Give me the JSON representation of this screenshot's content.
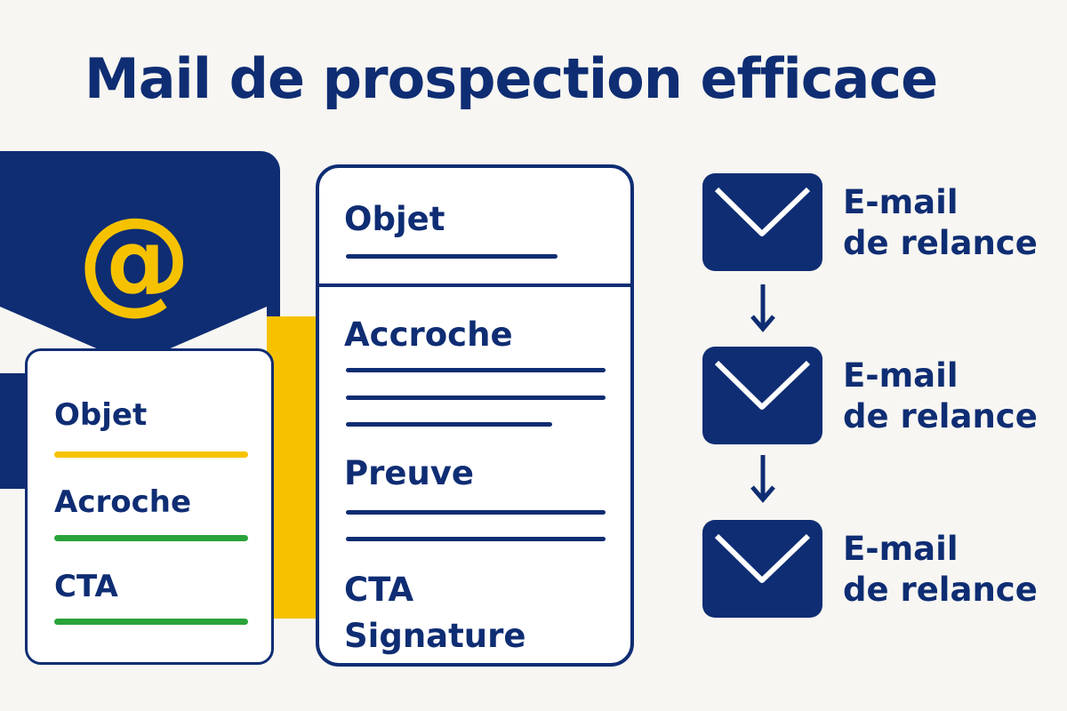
{
  "title": "Mail de prospection efficace",
  "envelope": {
    "at_glyph": "@",
    "items": [
      {
        "label": "Objet",
        "line_color": "#f6c200"
      },
      {
        "label": "Acroche",
        "line_color": "#2aa339"
      },
      {
        "label": "CTA",
        "line_color": "#2aa339"
      }
    ]
  },
  "template": {
    "sections": [
      "Objet",
      "Accroche",
      "Preuve",
      "CTA",
      "Signature"
    ]
  },
  "followups": [
    {
      "line1": "E-mail",
      "line2": "de relance"
    },
    {
      "line1": "E-mail",
      "line2": "de relance"
    },
    {
      "line1": "E-mail",
      "line2": "de relance"
    }
  ],
  "colors": {
    "navy": "#0f2d73",
    "yellow": "#f6c200",
    "green": "#2aa339",
    "background": "#f7f6f2"
  }
}
